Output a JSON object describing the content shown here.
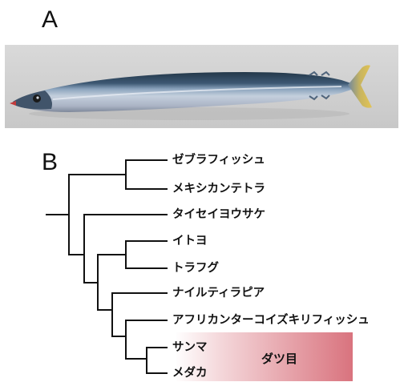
{
  "panels": {
    "a": "A",
    "b": "B"
  },
  "photo": {
    "subject": "saury-fish"
  },
  "taxa": [
    "ゼブラフィッシュ",
    "メキシカンテトラ",
    "タイセイヨウサケ",
    "イトヨ",
    "トラフグ",
    "ナイルティラピア",
    "アフリカンターコイズキリフィッシュ",
    "サンマ",
    "メダカ"
  ],
  "highlight": {
    "label": "ダツ目",
    "color": "#d56470"
  }
}
